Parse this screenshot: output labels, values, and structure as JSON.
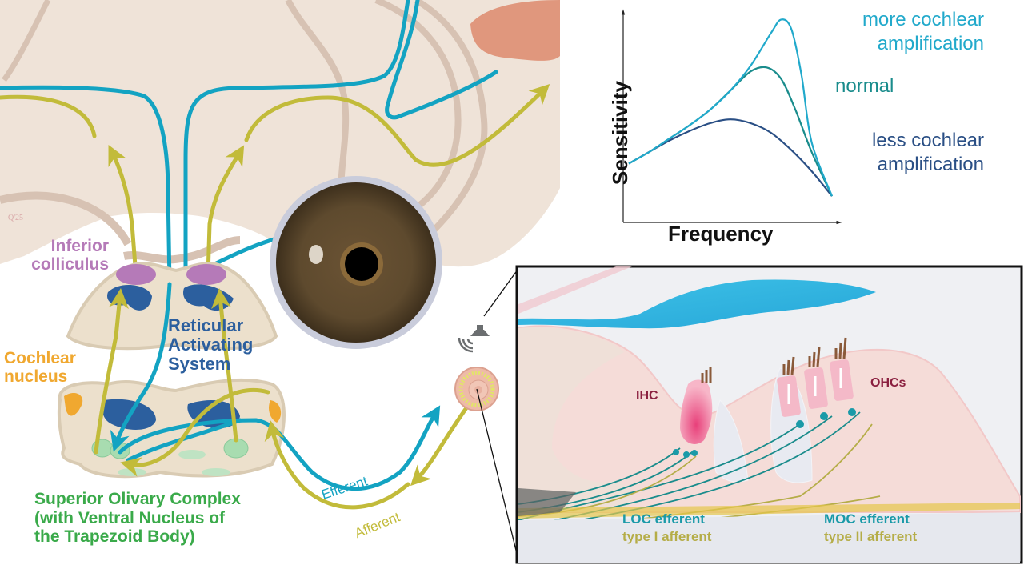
{
  "colors": {
    "efferent": "#13a3c2",
    "afferent": "#c2bb3a",
    "brain_bg": "#efe3d8",
    "brain_sulcus": "#d7c2b3",
    "inferior_colliculus": "#b57ab8",
    "cochlear_nucleus": "#f0a830",
    "reticular": "#2c5f9e",
    "superior_olivary": "#3aaa4a",
    "more_amp": "#21a9cb",
    "normal": "#1a8c8c",
    "less_amp": "#2a4f85",
    "ihc_ohc_label": "#8a1f3f",
    "loc_moc": "#1a9aa8",
    "afferent_label": "#b5ad48"
  },
  "brain_labels": {
    "inferior_colliculus": [
      "Inferior",
      "colliculus"
    ],
    "cochlear_nucleus": [
      "Cochlear",
      "nucleus"
    ],
    "reticular": [
      "Reticular",
      "Activating",
      "System"
    ],
    "superior_olivary": [
      "Superior Olivary Complex",
      "(with Ventral Nucleus of",
      "the Trapezoid Body)"
    ],
    "signature": "Q'25"
  },
  "pathway_labels": {
    "efferent": "Efferent",
    "afferent": "Afferent"
  },
  "icons": {
    "speaker": "speaker-icon",
    "sound_waves": "sound-waves-icon",
    "cochlea": "cochlea-spiral-icon",
    "eye": "eye-icon"
  },
  "inset": {
    "ihc": "IHC",
    "ohcs": "OHCs",
    "loc_efferent": "LOC efferent",
    "type1_afferent": "type I afferent",
    "moc_efferent": "MOC efferent",
    "type2_afferent": "type II afferent"
  },
  "chart_data": {
    "type": "line",
    "title": "",
    "xlabel": "Frequency",
    "ylabel": "Sensitivity",
    "x_ticks": [],
    "y_ticks": [],
    "xlim": [
      0,
      1
    ],
    "ylim": [
      0,
      1
    ],
    "grid": false,
    "legend_placement": "right",
    "series": [
      {
        "name": "more cochlear amplification",
        "label_lines": [
          "more cochlear",
          "amplification"
        ],
        "color": "#21a9cb",
        "x": [
          0,
          0.1,
          0.2,
          0.3,
          0.4,
          0.5,
          0.6,
          0.7,
          0.75,
          0.8,
          0.85,
          0.9,
          1.0
        ],
        "y": [
          0.24,
          0.3,
          0.37,
          0.44,
          0.52,
          0.62,
          0.75,
          0.92,
          0.99,
          0.94,
          0.7,
          0.35,
          0.07
        ]
      },
      {
        "name": "normal",
        "label_lines": [
          "normal"
        ],
        "color": "#1a8c8c",
        "x": [
          0,
          0.1,
          0.2,
          0.3,
          0.4,
          0.5,
          0.6,
          0.68,
          0.75,
          0.82,
          0.9,
          1.0
        ],
        "y": [
          0.24,
          0.3,
          0.37,
          0.44,
          0.52,
          0.62,
          0.72,
          0.74,
          0.68,
          0.52,
          0.3,
          0.07
        ]
      },
      {
        "name": "less cochlear amplification",
        "label_lines": [
          "less cochlear",
          "amplification"
        ],
        "color": "#2a4f85",
        "x": [
          0,
          0.1,
          0.2,
          0.3,
          0.4,
          0.5,
          0.6,
          0.7,
          0.8,
          0.9,
          1.0
        ],
        "y": [
          0.24,
          0.3,
          0.36,
          0.41,
          0.45,
          0.47,
          0.45,
          0.4,
          0.31,
          0.2,
          0.07
        ]
      }
    ]
  }
}
